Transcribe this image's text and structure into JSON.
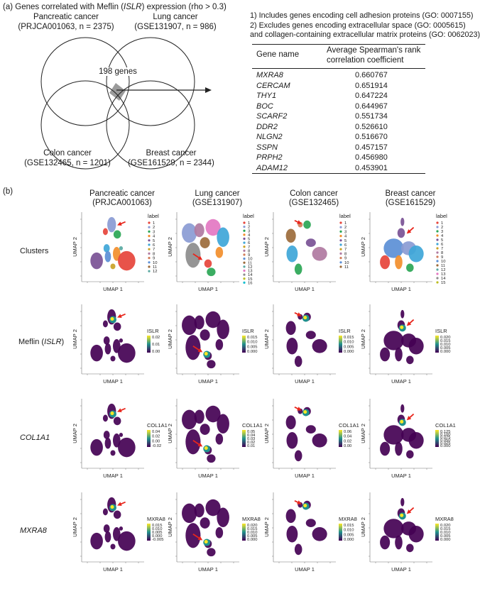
{
  "panel_a": {
    "label": "(a)",
    "title_pre": "Genes correlated with Meflin (",
    "title_gene": "ISLR",
    "title_post": ") expression (rho > 0.3)",
    "sets": [
      {
        "name": "Pancreatic cancer",
        "detail": "(PRJCA001063, n = 2375)"
      },
      {
        "name": "Lung cancer",
        "detail": "(GSE131907, n = 986)"
      },
      {
        "name": "Colon cancer",
        "detail": "(GSE132465, n = 1201)"
      },
      {
        "name": "Breast cancer",
        "detail": "(GSE161529, n = 2344)"
      }
    ],
    "overlap_label": "198 genes",
    "notes": [
      "1) Includes genes encoding cell adhesion proteins (GO: 0007155)",
      "2) Excludes genes encoding extracellular space (GO: 0005615)",
      "and collagen-containing extracellular matrix proteins (GO: 0062023)"
    ],
    "table": {
      "col_gene": "Gene name",
      "col_value_1": "Average Spearman's rank",
      "col_value_2": "correlation coefficient",
      "rows": [
        {
          "gene": "MXRA8",
          "value": "0.660767"
        },
        {
          "gene": "CERCAM",
          "value": "0.651914"
        },
        {
          "gene": "THY1",
          "value": "0.647224"
        },
        {
          "gene": "BOC",
          "value": "0.644967"
        },
        {
          "gene": "SCARF2",
          "value": "0.551734"
        },
        {
          "gene": "DDR2",
          "value": "0.526610"
        },
        {
          "gene": "NLGN2",
          "value": "0.516670"
        },
        {
          "gene": "SSPN",
          "value": "0.457157"
        },
        {
          "gene": "PRPH2",
          "value": "0.456980"
        },
        {
          "gene": "ADAM12",
          "value": "0.453901"
        }
      ]
    }
  },
  "panel_b": {
    "label": "(b)",
    "columns": [
      {
        "name": "Pancreatic cancer",
        "detail": "(PRJCA001063)"
      },
      {
        "name": "Lung cancer",
        "detail": "(GSE131907)"
      },
      {
        "name": "Colon cancer",
        "detail": "(GSE132465)"
      },
      {
        "name": "Breast cancer",
        "detail": "(GSE161529)"
      }
    ],
    "rows": [
      {
        "label": "Clusters",
        "italic": false
      },
      {
        "label_pre": "Meflin (",
        "label_gene": "ISLR",
        "label_post": ")",
        "italic": false
      },
      {
        "label": "COL1A1",
        "italic": true
      },
      {
        "label": "MXRA8",
        "italic": true
      }
    ],
    "axis_x": "UMAP 1",
    "axis_y": "UMAP 2",
    "cluster_legend_title": "label",
    "cluster_counts": [
      12,
      16,
      11,
      15
    ],
    "expression_legends": [
      [
        {
          "title": "ISLR",
          "ticks": [
            "0.02",
            "0.01",
            "0.00"
          ]
        },
        {
          "title": "ISLR",
          "ticks": [
            "0.015",
            "0.010",
            "0.005",
            "0.000"
          ]
        },
        {
          "title": "ISLR",
          "ticks": [
            "0.015",
            "0.010",
            "0.005",
            "0.000"
          ]
        },
        {
          "title": "ISLR",
          "ticks": [
            "0.020",
            "0.015",
            "0.010",
            "0.005",
            "0.000"
          ]
        }
      ],
      [
        {
          "title": "COL1A1",
          "ticks": [
            "0.04",
            "0.02",
            "0.00",
            "-0.02"
          ]
        },
        {
          "title": "COL1A1",
          "ticks": [
            "0.05",
            "0.04",
            "0.03",
            "0.02",
            "0.01"
          ]
        },
        {
          "title": "COL1A1",
          "ticks": [
            "0.06",
            "0.04",
            "0.02",
            "0.00"
          ]
        },
        {
          "title": "COL1A1",
          "ticks": [
            "0.125",
            "0.100",
            "0.075",
            "0.050",
            "0.025",
            "0.000"
          ]
        }
      ],
      [
        {
          "title": "MXRA8",
          "ticks": [
            "0.015",
            "0.010",
            "0.005",
            "0.000",
            "-0.005"
          ]
        },
        {
          "title": "MXRA8",
          "ticks": [
            "0.020",
            "0.015",
            "0.010",
            "0.005",
            "0.000"
          ]
        },
        {
          "title": "MXRA8",
          "ticks": [
            "0.015",
            "0.010",
            "0.005",
            "0.000"
          ]
        },
        {
          "title": "MXRA8",
          "ticks": [
            "0.020",
            "0.015",
            "0.010",
            "0.005",
            "0.000"
          ]
        }
      ]
    ],
    "colors": {
      "viridis_low": "#440154",
      "viridis_mid": "#21918c",
      "viridis_high": "#fde725",
      "arrow": "#e8261c"
    }
  }
}
